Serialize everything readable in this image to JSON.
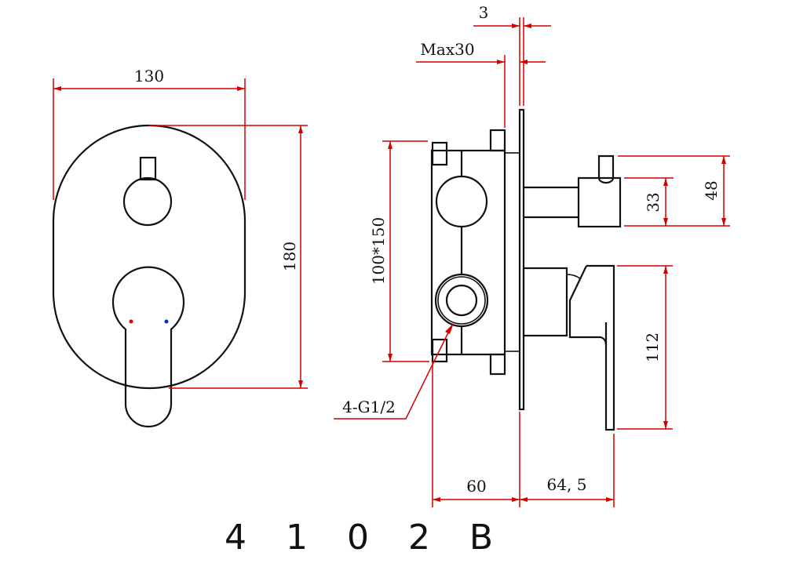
{
  "model": "4 1 0 2 B",
  "dimensions": {
    "width": "130",
    "height": "180",
    "plate_thickness": "3",
    "max_depth": "Max30",
    "box_size": "100*150",
    "connection": "4-G1/2",
    "box_depth": "60",
    "projection": "64, 5",
    "knob_height": "48",
    "knob_body": "33",
    "handle_height": "112"
  },
  "colors": {
    "dimension": "#d40000",
    "hot": "#e00000",
    "cold": "#0030d0",
    "line": "#111111"
  }
}
